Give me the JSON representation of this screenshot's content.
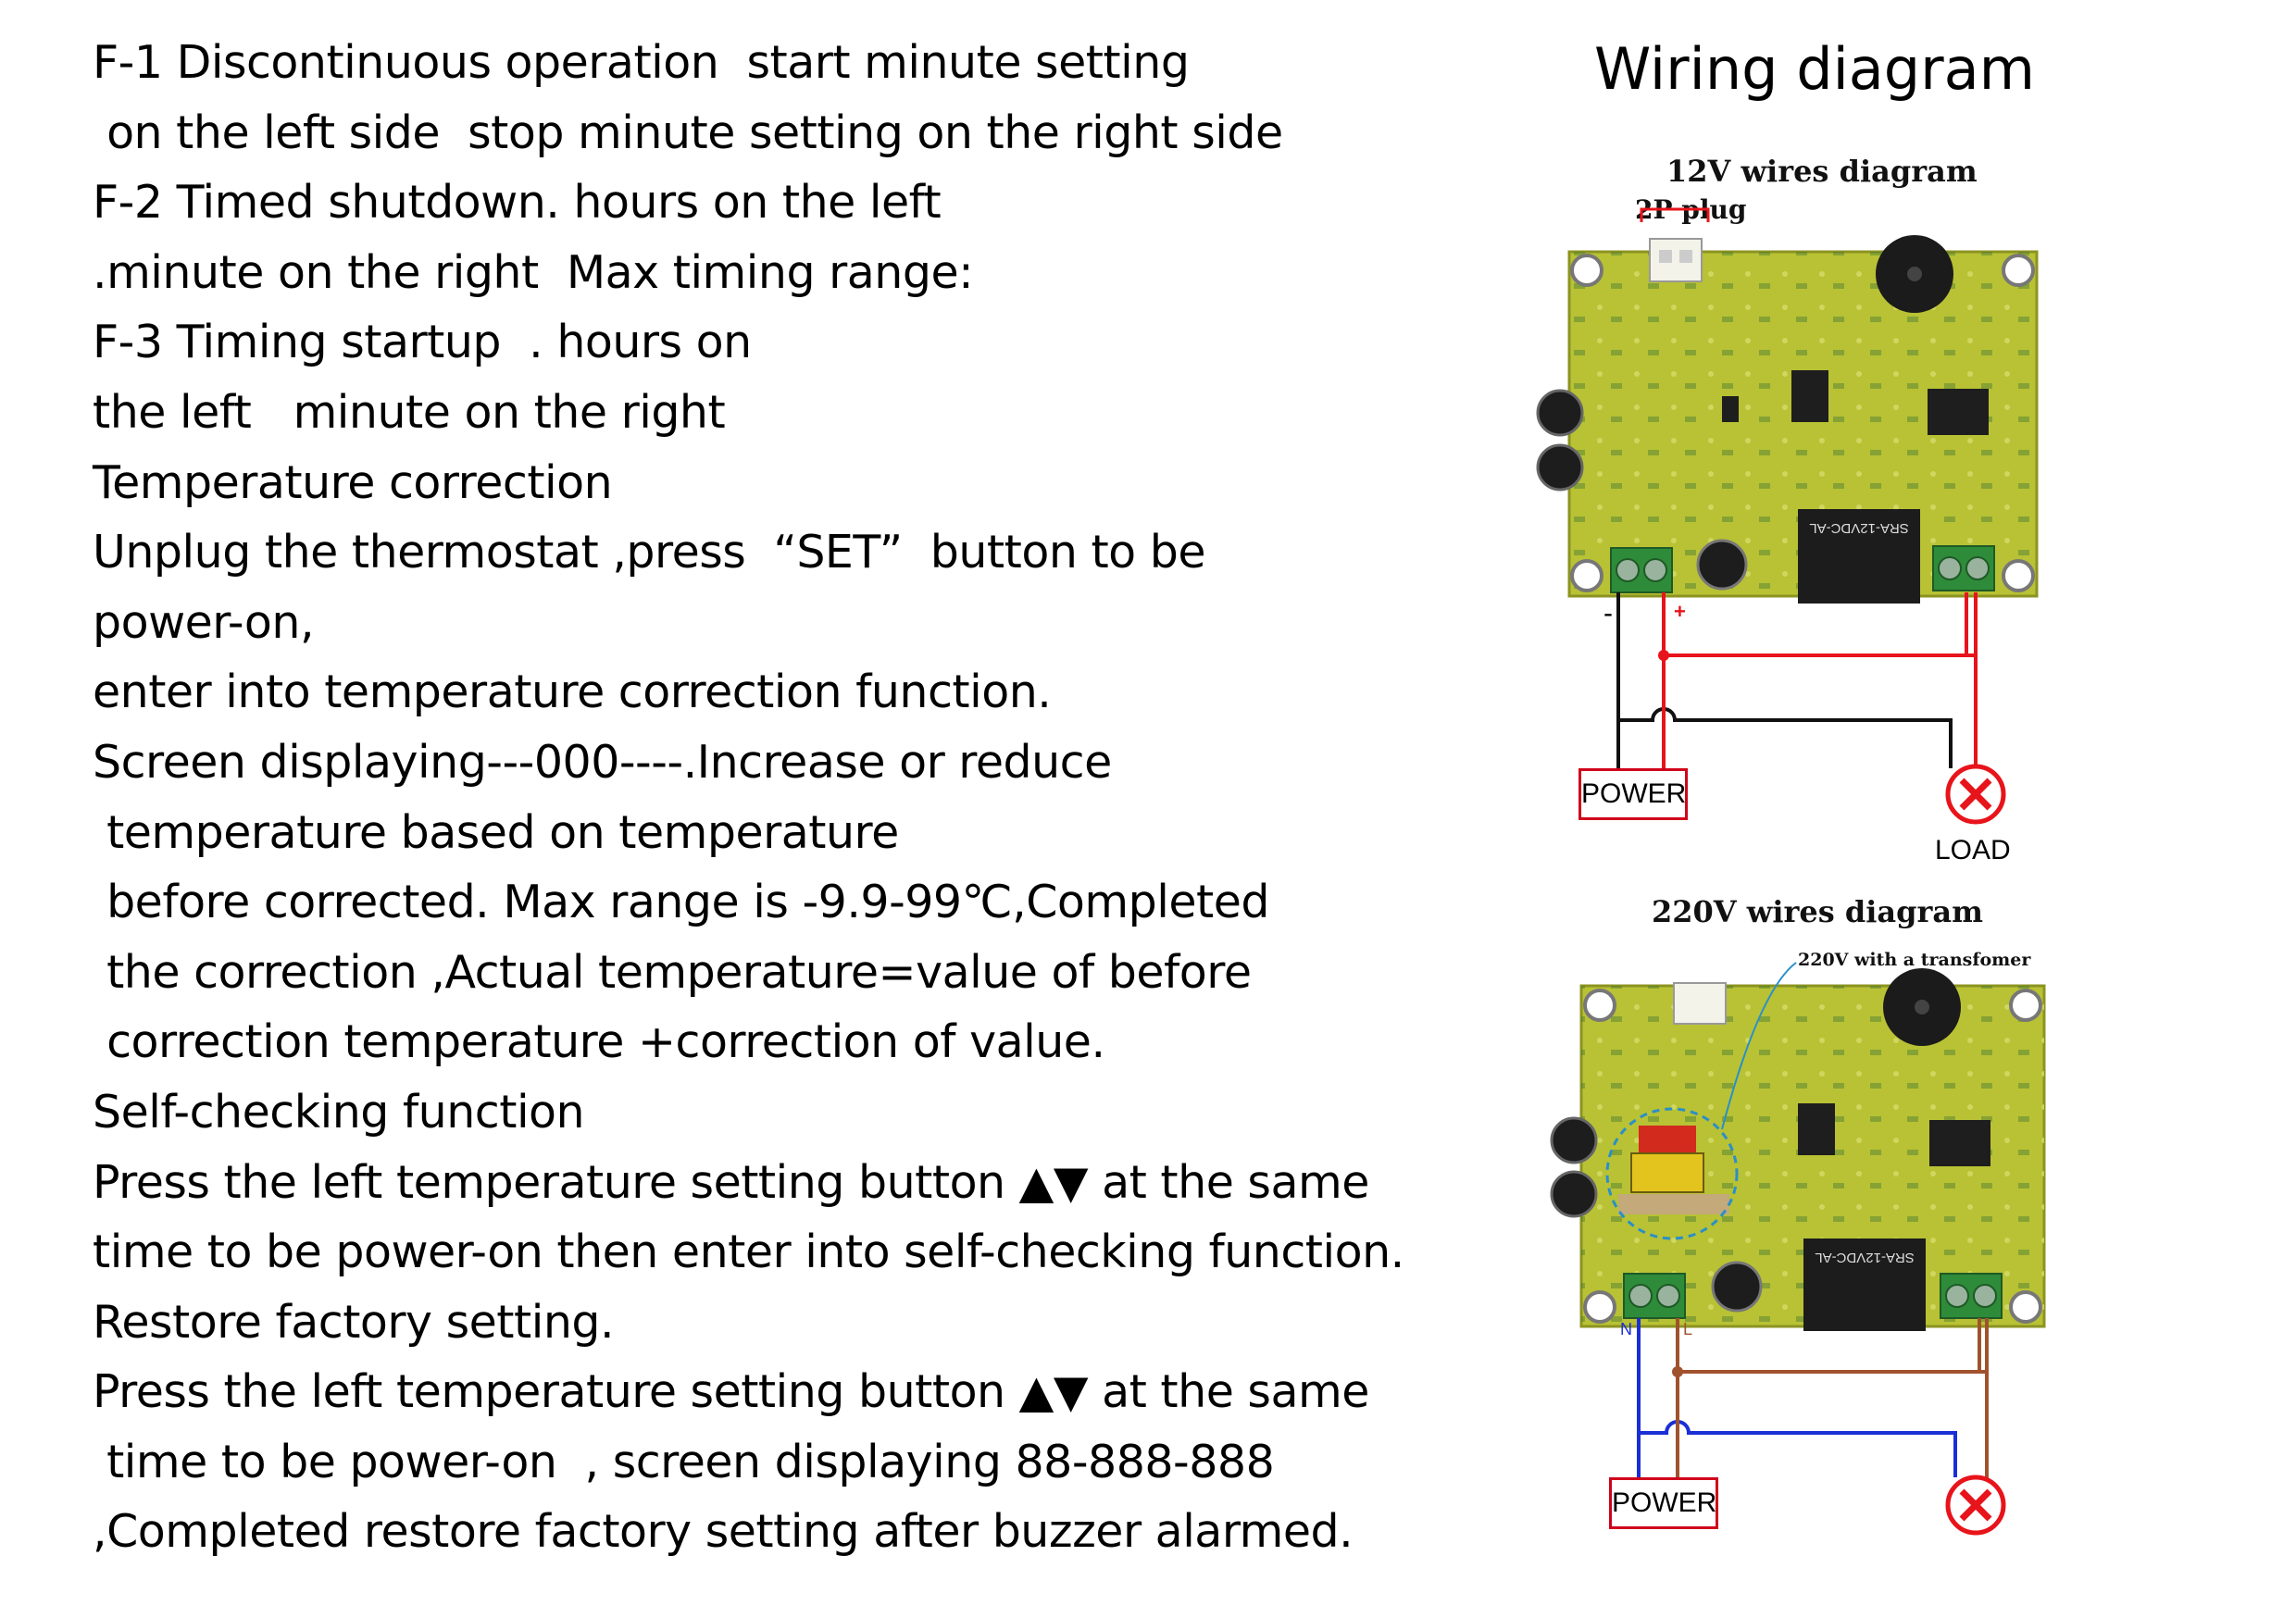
{
  "instructions": {
    "lines": [
      "F-1 Discontinuous operation  start minute setting",
      " on the left side  stop minute setting on the right side",
      "F-2 Timed shutdown. hours on the left",
      ".minute on the right  Max timing range:",
      "F-3 Timing startup  . hours on",
      "the left   minute on the right",
      "Temperature correction",
      "Unplug the thermostat ,press  “SET”  button to be",
      "power-on,",
      "enter into temperature correction function.",
      "Screen displaying---000----.Increase or reduce",
      " temperature based on temperature",
      " before corrected. Max range is -9.9-99℃,Completed",
      " the correction ,Actual temperature=value of before",
      " correction temperature +correction of value.",
      "Self-checking function",
      "Press the left temperature setting button ▲▼ at the same",
      "time to be power-on then enter into self-checking function.",
      "Restore factory setting.",
      "Press the left temperature setting button ▲▼ at the same",
      " time to be power-on  , screen displaying 88-888-888",
      ",Completed restore factory setting after buzzer alarmed."
    ]
  },
  "diagram": {
    "title": "Wiring diagram",
    "d12": {
      "title": "12V wires diagram",
      "plug_label": "2P plug",
      "minus": "-",
      "plus": "+",
      "power_label": "POWER",
      "load_label": "LOAD",
      "relay_text": "SRA-12VDC-AL"
    },
    "d220": {
      "title": "220V wires diagram",
      "transformer_label": "220V with a transfomer",
      "n_label": "N",
      "l_label": "L",
      "power_label": "POWER",
      "relay_text": "SRA-12VDC-AL"
    },
    "colors": {
      "pcb": "#b8c234",
      "red_wire": "#e8141b",
      "black_wire": "#111111",
      "blue_wire": "#1a2fd6",
      "brown_wire": "#a0522d",
      "load_icon": "#e8141b",
      "terminal": "#2e8b3a"
    }
  }
}
